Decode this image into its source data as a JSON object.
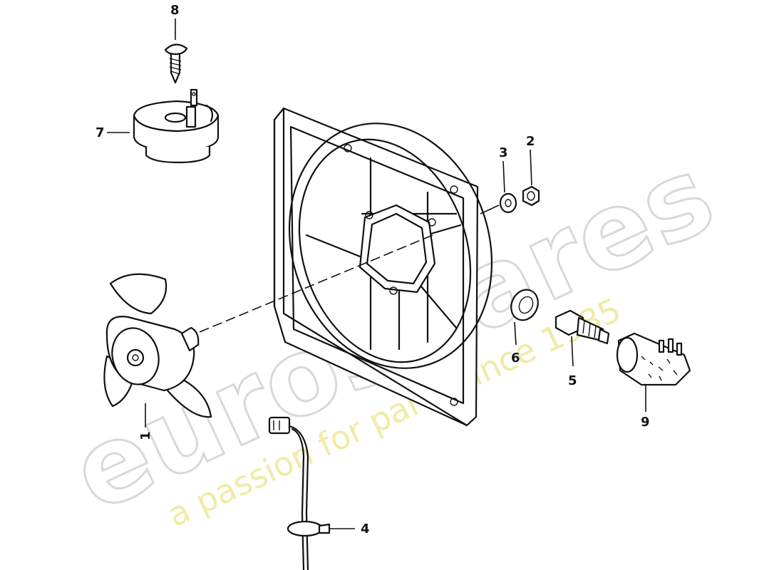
{
  "watermark": {
    "brand": "eurospares",
    "tagline": "a passion for parts since 1985"
  },
  "callouts": [
    {
      "id": "1",
      "label": "1"
    },
    {
      "id": "2",
      "label": "2"
    },
    {
      "id": "3",
      "label": "3"
    },
    {
      "id": "4",
      "label": "4"
    },
    {
      "id": "5",
      "label": "5"
    },
    {
      "id": "6",
      "label": "6"
    },
    {
      "id": "7",
      "label": "7"
    },
    {
      "id": "8",
      "label": "8"
    },
    {
      "id": "9",
      "label": "9"
    }
  ],
  "colors": {
    "line": "#111111",
    "watermark_outline": "#d8d8d8",
    "watermark_tagline": "#f0eba6"
  }
}
